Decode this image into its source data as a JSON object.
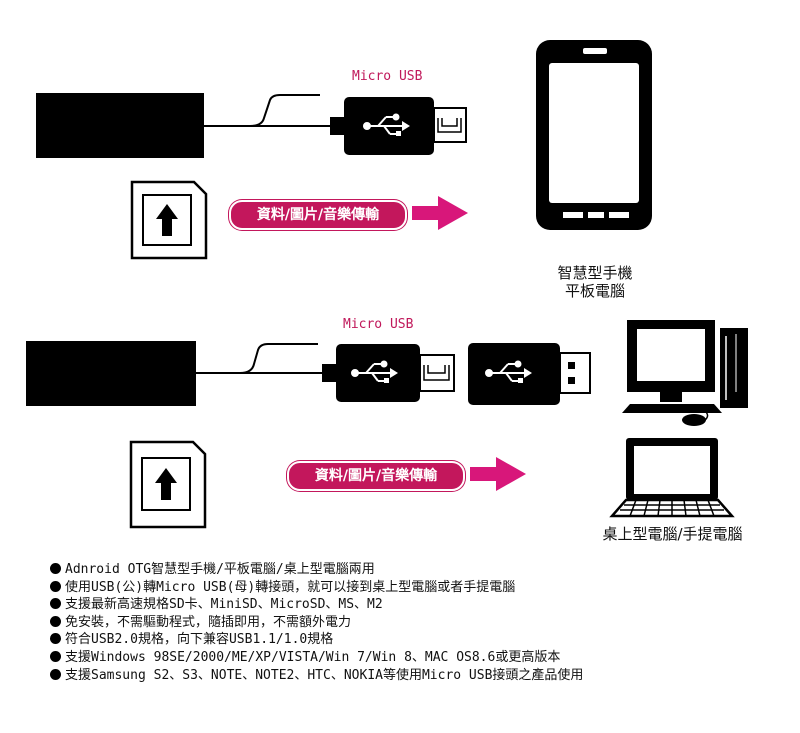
{
  "top_section": {
    "connector_label": "Micro USB",
    "transfer_label": "資料/圖片/音樂傳輸",
    "device_label_line1": "智慧型手機",
    "device_label_line2": "平板電腦"
  },
  "bottom_section": {
    "connector_label": "Micro USB",
    "transfer_label": "資料/圖片/音樂傳輸",
    "device_label": "桌上型電腦/手提電腦"
  },
  "features": [
    "Adnroid OTG智慧型手機/平板電腦/桌上型電腦兩用",
    "使用USB(公)轉Micro USB(母)轉接頭，就可以接到桌上型電腦或者手提電腦",
    "支援最新高速規格SD卡、MiniSD、MicroSD、MS、M2",
    "免安裝，不需驅動程式，隨插即用，不需額外電力",
    "符合USB2.0規格，向下兼容USB1.1/1.0規格",
    "支援Windows 98SE/2000/ME/XP/VISTA/Win 7/Win 8、MAC OS8.6或更高版本",
    "支援Samsung S2、S3、NOTE、NOTE2、HTC、NOKIA等使用Micro USB接頭之產品使用"
  ],
  "colors": {
    "accent": "#c3175c",
    "arrow": "#d8177a",
    "device": "#000000"
  },
  "icons": [
    "card-reader",
    "usb-symbol",
    "sd-card",
    "upload-arrow",
    "smartphone",
    "desktop-computer",
    "laptop"
  ]
}
